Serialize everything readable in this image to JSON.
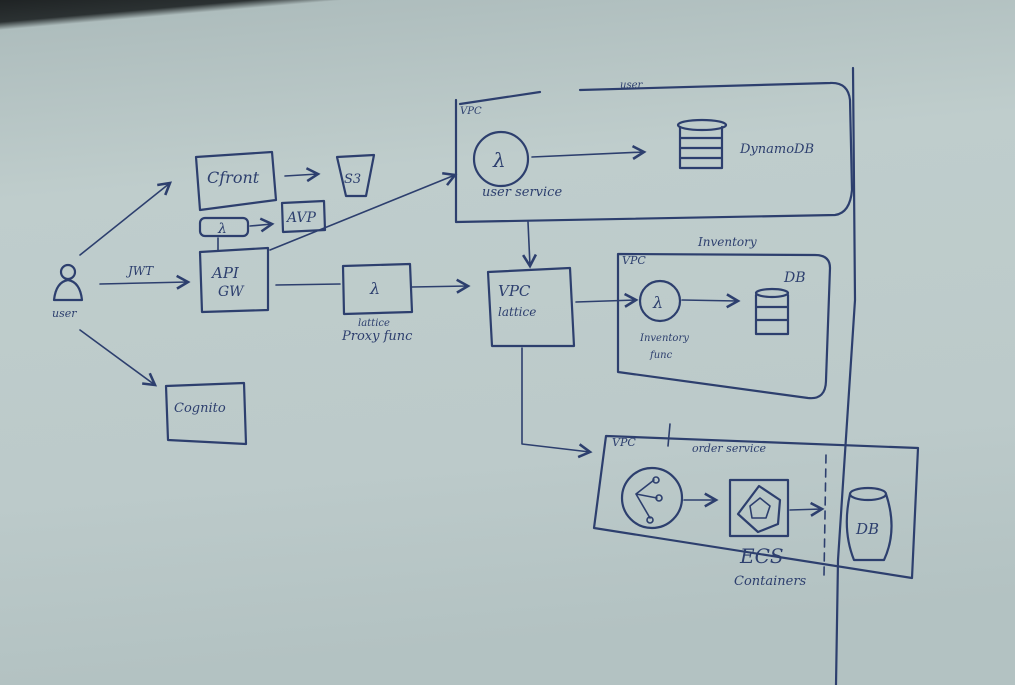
{
  "diagram": {
    "user": "user",
    "jwt": "JWT",
    "cloudfront": "Cfront",
    "s3": "S3",
    "lambda_symbol": "λ",
    "avp": "AVP",
    "api_gw_line1": "API",
    "api_gw_line2": "GW",
    "cognito": "Cognito",
    "proxy_label_line1": "lattice",
    "proxy_label_line2": "Proxy func",
    "vpc_lattice_line1": "VPC",
    "vpc_lattice_line2": "lattice",
    "user_vpc": {
      "vpc": "VPC",
      "title": "user",
      "service": "user service",
      "db": "DynamoDB"
    },
    "inventory_vpc": {
      "vpc": "VPC",
      "title": "Inventory",
      "service_line1": "Inventory",
      "service_line2": "func",
      "db": "DB"
    },
    "order_vpc": {
      "vpc": "VPC",
      "title": "order service",
      "ecs": "ECS",
      "containers": "Containers",
      "db": "DB"
    }
  }
}
